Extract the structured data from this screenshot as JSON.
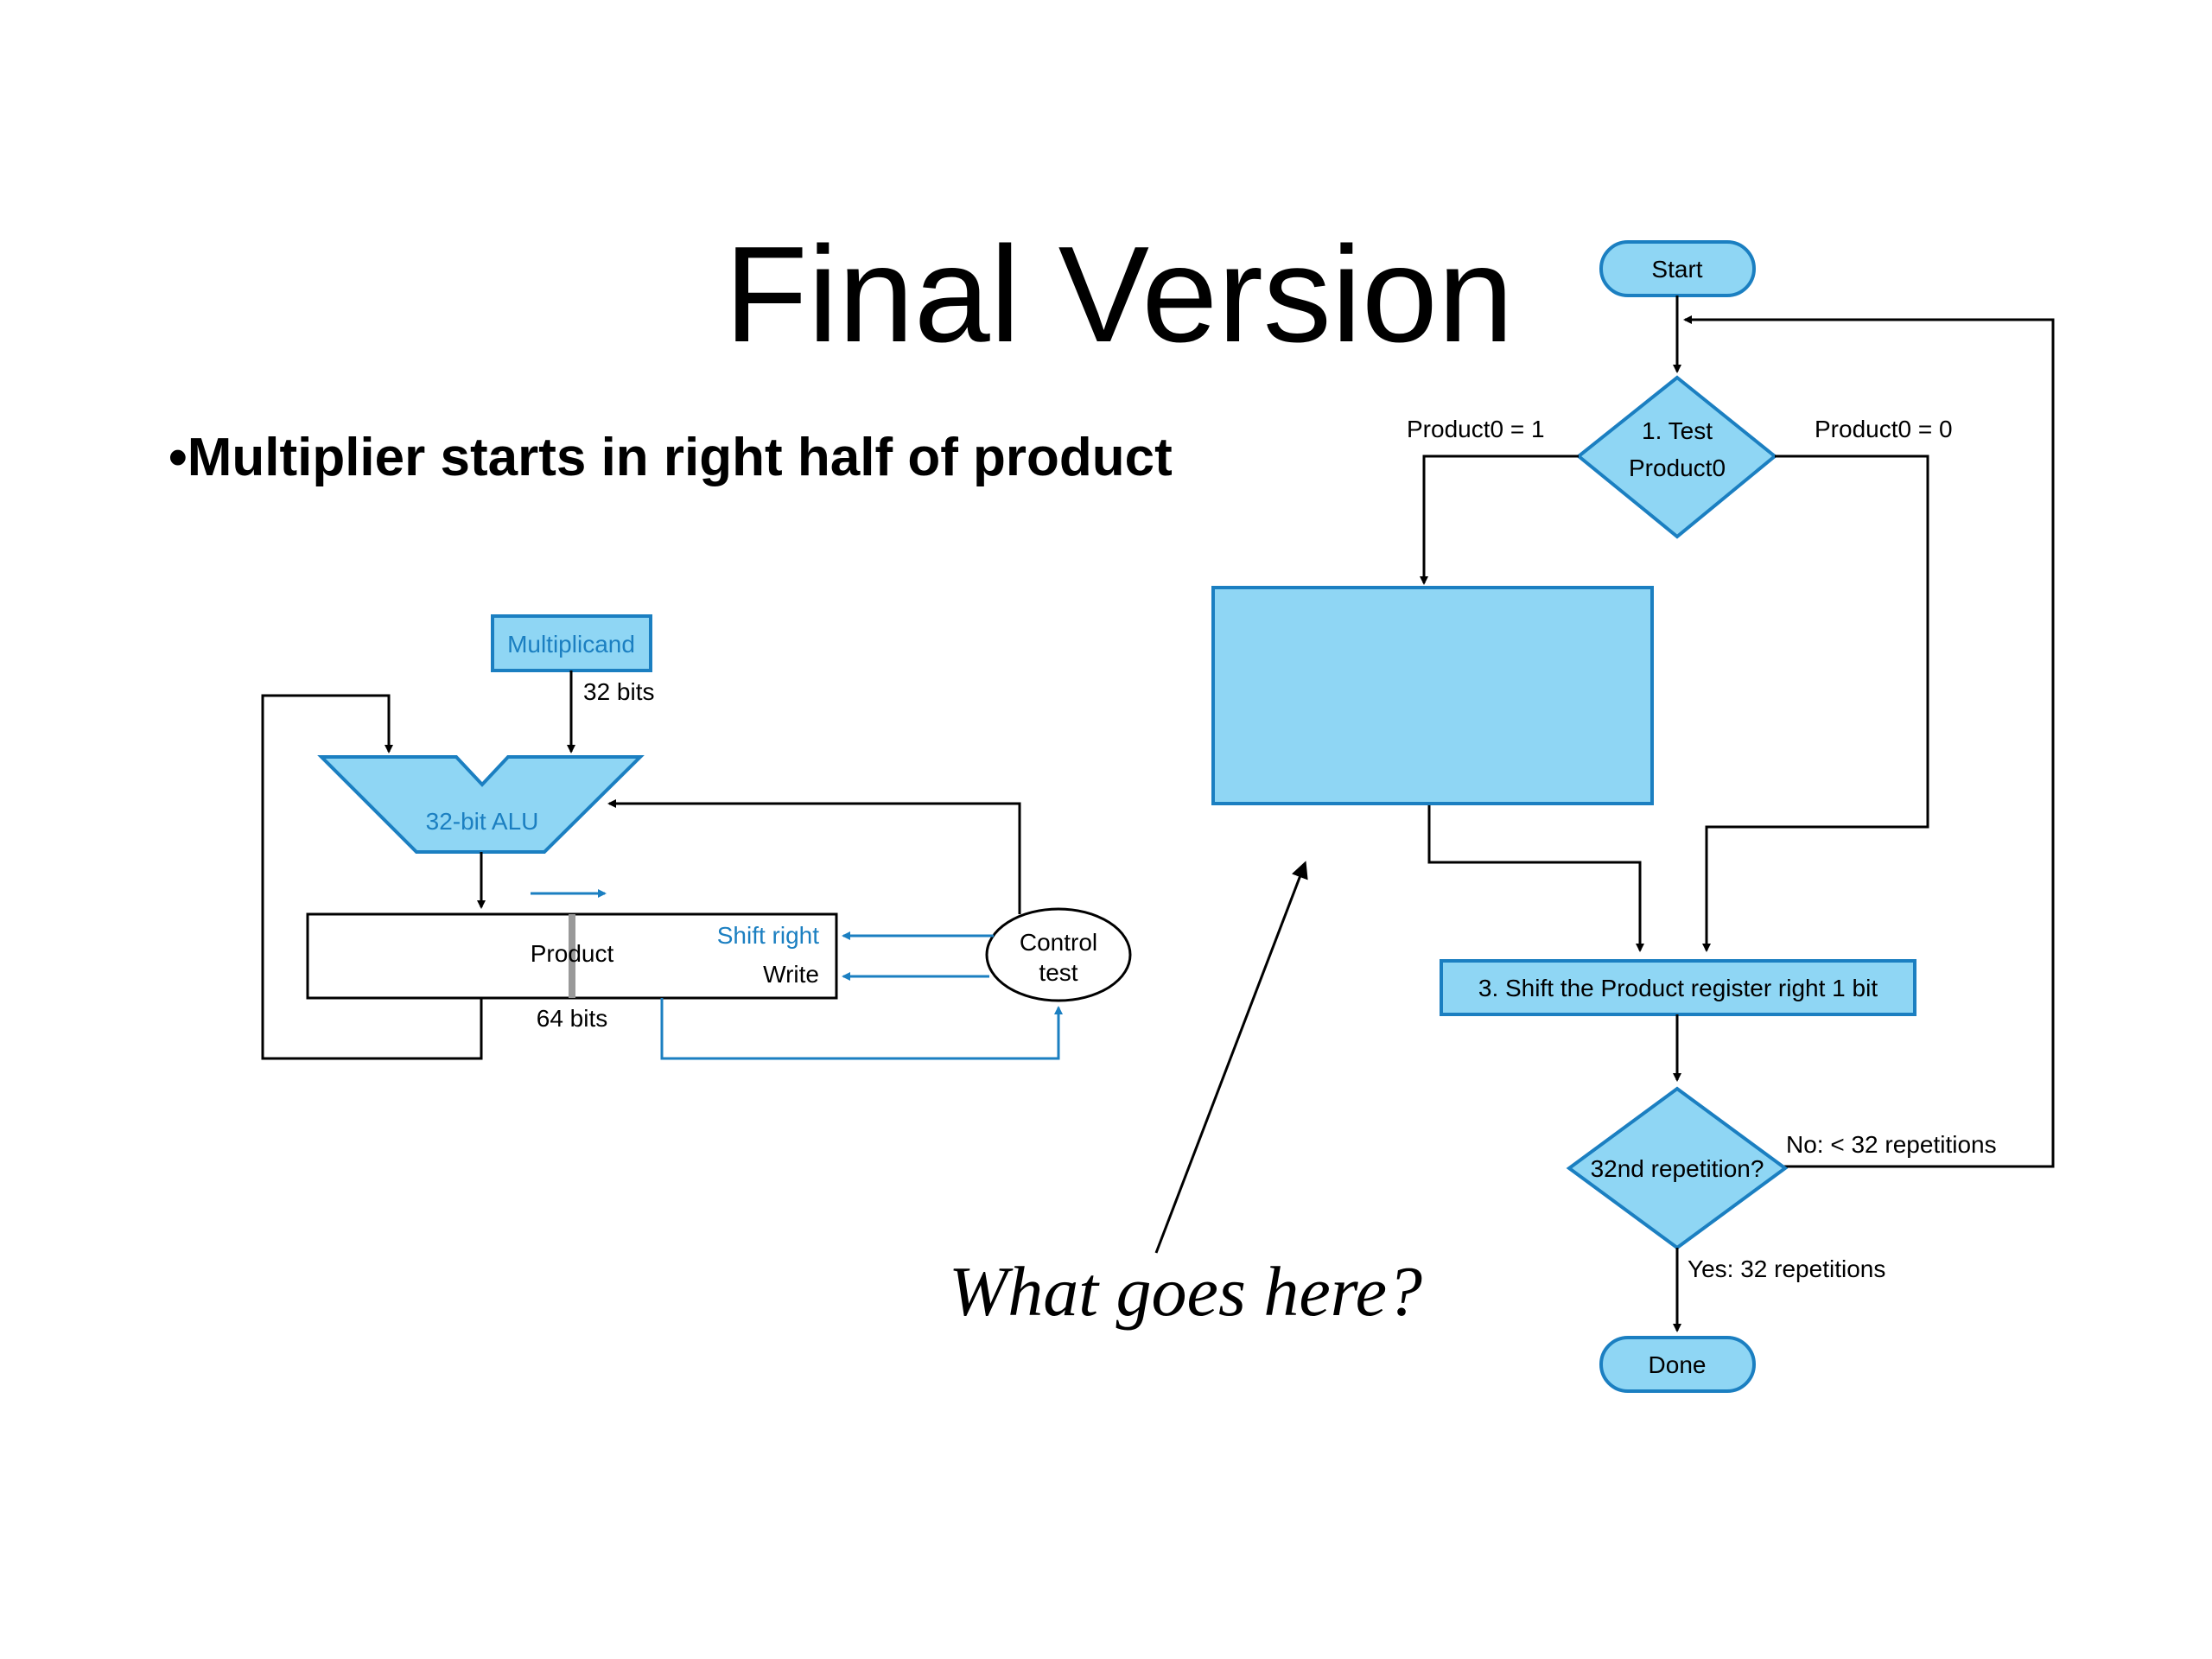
{
  "slide": {
    "title": "Final Version",
    "bullet": "•Multiplier starts in right half of product",
    "question": "What goes here?"
  },
  "hardware": {
    "multiplicand": "Multiplicand",
    "multiplicand_width": "32 bits",
    "alu": "32-bit ALU",
    "product": "Product",
    "product_width": "64 bits",
    "shift_right": "Shift right",
    "write": "Write",
    "control_line1": "Control",
    "control_line2": "test"
  },
  "flowchart": {
    "start": "Start",
    "test_line1": "1.  Test",
    "test_line2": "Product0",
    "branch_one": "Product0 = 1",
    "branch_zero": "Product0 = 0",
    "step3": "3.  Shift the Product register right 1 bit",
    "repetition": "32nd repetition?",
    "no_branch": "No:  < 32 repetitions",
    "yes_branch": "Yes:  32 repetitions",
    "done": "Done"
  },
  "colors": {
    "shape_fill": "#8fd6f4",
    "shape_stroke": "#1b7fc1",
    "blue_text": "#1b7fc1"
  }
}
